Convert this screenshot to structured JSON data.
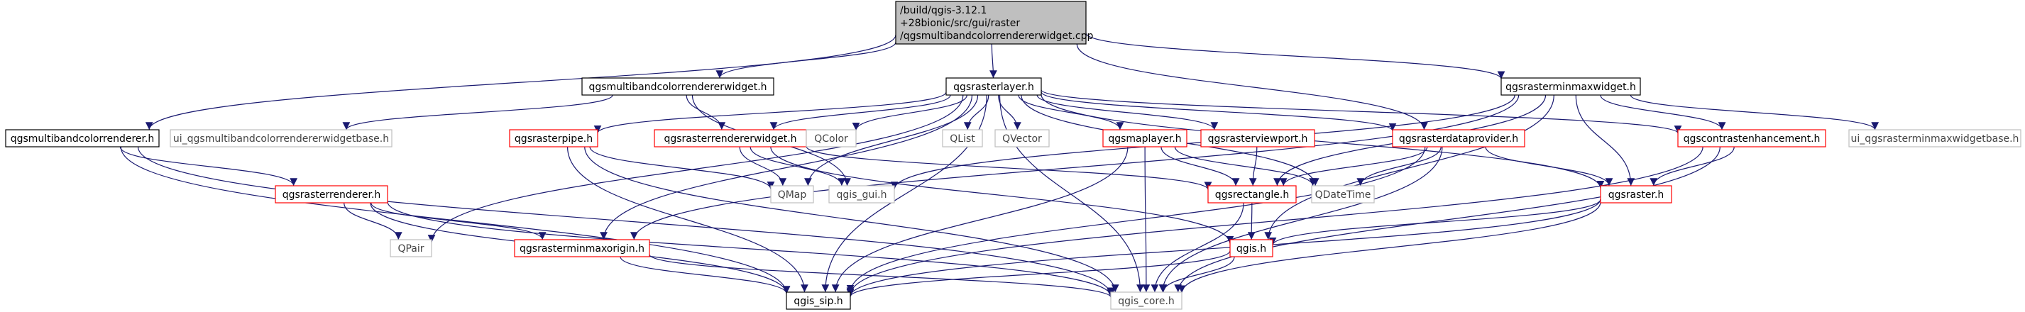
{
  "colors": {
    "edge": "#191970",
    "border_black": "#000000",
    "border_red": "#ff0000",
    "border_gray": "#bfbfbf",
    "root_fill": "#bfbfbf",
    "text_black": "#000000",
    "text_gray": "#000000"
  },
  "nodes": {
    "root": {
      "lines": [
        "/build/qgis-3.12.1",
        "+28bionic/src/gui/raster",
        "/qgsmultibandcolorrendererwidget.cpp"
      ],
      "style": "root"
    },
    "mbcrw_h": {
      "lines": [
        "qgsmultibandcolorrendererwidget.h"
      ],
      "style": "black"
    },
    "rasterlayer_h": {
      "lines": [
        "qgsrasterlayer.h"
      ],
      "style": "black"
    },
    "minmaxwidget_h": {
      "lines": [
        "qgsrasterminmaxwidget.h"
      ],
      "style": "black"
    },
    "mbcr_h": {
      "lines": [
        "qgsmultibandcolorrenderer.h"
      ],
      "style": "black"
    },
    "ui_mbcrw": {
      "lines": [
        "ui_qgsmultibandcolorrendererwidgetbase.h"
      ],
      "style": "gray"
    },
    "pipe_h": {
      "lines": [
        "qgsrasterpipe.h"
      ],
      "style": "red"
    },
    "rrw_h": {
      "lines": [
        "qgsrasterrendererwidget.h"
      ],
      "style": "red"
    },
    "qcolor": {
      "lines": [
        "QColor"
      ],
      "style": "gray"
    },
    "qlist": {
      "lines": [
        "QList"
      ],
      "style": "gray"
    },
    "qvector": {
      "lines": [
        "QVector"
      ],
      "style": "gray"
    },
    "maplayer_h": {
      "lines": [
        "qgsmaplayer.h"
      ],
      "style": "red"
    },
    "viewport_h": {
      "lines": [
        "qgsrasterviewport.h"
      ],
      "style": "red"
    },
    "dataprovider_h": {
      "lines": [
        "qgsrasterdataprovider.h"
      ],
      "style": "red"
    },
    "contrast_h": {
      "lines": [
        "qgscontrastenhancement.h"
      ],
      "style": "red"
    },
    "ui_minmax": {
      "lines": [
        "ui_qgsrasterminmaxwidgetbase.h"
      ],
      "style": "gray"
    },
    "renderer_h": {
      "lines": [
        "qgsrasterrenderer.h"
      ],
      "style": "red"
    },
    "qmap": {
      "lines": [
        "QMap"
      ],
      "style": "gray"
    },
    "gui_h": {
      "lines": [
        "qgis_gui.h"
      ],
      "style": "gray"
    },
    "rectangle_h": {
      "lines": [
        "qgsrectangle.h"
      ],
      "style": "red"
    },
    "qdatetime": {
      "lines": [
        "QDateTime"
      ],
      "style": "gray"
    },
    "raster_h": {
      "lines": [
        "qgsraster.h"
      ],
      "style": "red"
    },
    "qpair": {
      "lines": [
        "QPair"
      ],
      "style": "gray"
    },
    "minmaxorigin_h": {
      "lines": [
        "qgsrasterminmaxorigin.h"
      ],
      "style": "red"
    },
    "qgis_h": {
      "lines": [
        "qgis.h"
      ],
      "style": "red"
    },
    "sip_h": {
      "lines": [
        "qgis_sip.h"
      ],
      "style": "black"
    },
    "core_h": {
      "lines": [
        "qgis_core.h"
      ],
      "style": "gray"
    }
  },
  "edges": [
    [
      "root",
      "mbcrw_h"
    ],
    [
      "root",
      "rasterlayer_h"
    ],
    [
      "root",
      "minmaxwidget_h"
    ],
    [
      "root",
      "mbcr_h"
    ],
    [
      "root",
      "dataprovider_h"
    ],
    [
      "mbcrw_h",
      "ui_mbcrw"
    ],
    [
      "mbcrw_h",
      "rrw_h"
    ],
    [
      "mbcrw_h",
      "gui_h"
    ],
    [
      "rasterlayer_h",
      "pipe_h"
    ],
    [
      "rasterlayer_h",
      "rrw_h"
    ],
    [
      "rasterlayer_h",
      "qcolor"
    ],
    [
      "rasterlayer_h",
      "qlist"
    ],
    [
      "rasterlayer_h",
      "qvector"
    ],
    [
      "rasterlayer_h",
      "maplayer_h"
    ],
    [
      "rasterlayer_h",
      "viewport_h"
    ],
    [
      "rasterlayer_h",
      "dataprovider_h"
    ],
    [
      "rasterlayer_h",
      "contrast_h"
    ],
    [
      "rasterlayer_h",
      "qmap"
    ],
    [
      "rasterlayer_h",
      "qdatetime"
    ],
    [
      "rasterlayer_h",
      "raster_h"
    ],
    [
      "rasterlayer_h",
      "qpair"
    ],
    [
      "rasterlayer_h",
      "minmaxorigin_h"
    ],
    [
      "rasterlayer_h",
      "sip_h"
    ],
    [
      "rasterlayer_h",
      "core_h"
    ],
    [
      "minmaxwidget_h",
      "contrast_h"
    ],
    [
      "minmaxwidget_h",
      "ui_minmax"
    ],
    [
      "minmaxwidget_h",
      "raster_h"
    ],
    [
      "minmaxwidget_h",
      "rectangle_h"
    ],
    [
      "minmaxwidget_h",
      "gui_h"
    ],
    [
      "minmaxwidget_h",
      "qgis_h"
    ],
    [
      "minmaxwidget_h",
      "minmaxorigin_h"
    ],
    [
      "mbcr_h",
      "renderer_h"
    ],
    [
      "mbcr_h",
      "sip_h"
    ],
    [
      "mbcr_h",
      "core_h"
    ],
    [
      "pipe_h",
      "qmap"
    ],
    [
      "pipe_h",
      "sip_h"
    ],
    [
      "pipe_h",
      "core_h"
    ],
    [
      "rrw_h",
      "qmap"
    ],
    [
      "rrw_h",
      "gui_h"
    ],
    [
      "rrw_h",
      "rectangle_h"
    ],
    [
      "rrw_h",
      "qgis_h"
    ],
    [
      "maplayer_h",
      "qdatetime"
    ],
    [
      "maplayer_h",
      "rectangle_h"
    ],
    [
      "maplayer_h",
      "sip_h"
    ],
    [
      "maplayer_h",
      "core_h"
    ],
    [
      "viewport_h",
      "rectangle_h"
    ],
    [
      "dataprovider_h",
      "rectangle_h"
    ],
    [
      "dataprovider_h",
      "qdatetime"
    ],
    [
      "dataprovider_h",
      "raster_h"
    ],
    [
      "dataprovider_h",
      "sip_h"
    ],
    [
      "dataprovider_h",
      "core_h"
    ],
    [
      "contrast_h",
      "raster_h"
    ],
    [
      "contrast_h",
      "sip_h"
    ],
    [
      "contrast_h",
      "core_h"
    ],
    [
      "renderer_h",
      "qpair"
    ],
    [
      "renderer_h",
      "minmaxorigin_h"
    ],
    [
      "renderer_h",
      "sip_h"
    ],
    [
      "renderer_h",
      "core_h"
    ],
    [
      "rectangle_h",
      "qgis_h"
    ],
    [
      "rectangle_h",
      "core_h"
    ],
    [
      "raster_h",
      "qgis_h"
    ],
    [
      "raster_h",
      "sip_h"
    ],
    [
      "raster_h",
      "core_h"
    ],
    [
      "minmaxorigin_h",
      "sip_h"
    ],
    [
      "minmaxorigin_h",
      "core_h"
    ],
    [
      "qgis_h",
      "sip_h"
    ],
    [
      "qgis_h",
      "core_h"
    ]
  ]
}
